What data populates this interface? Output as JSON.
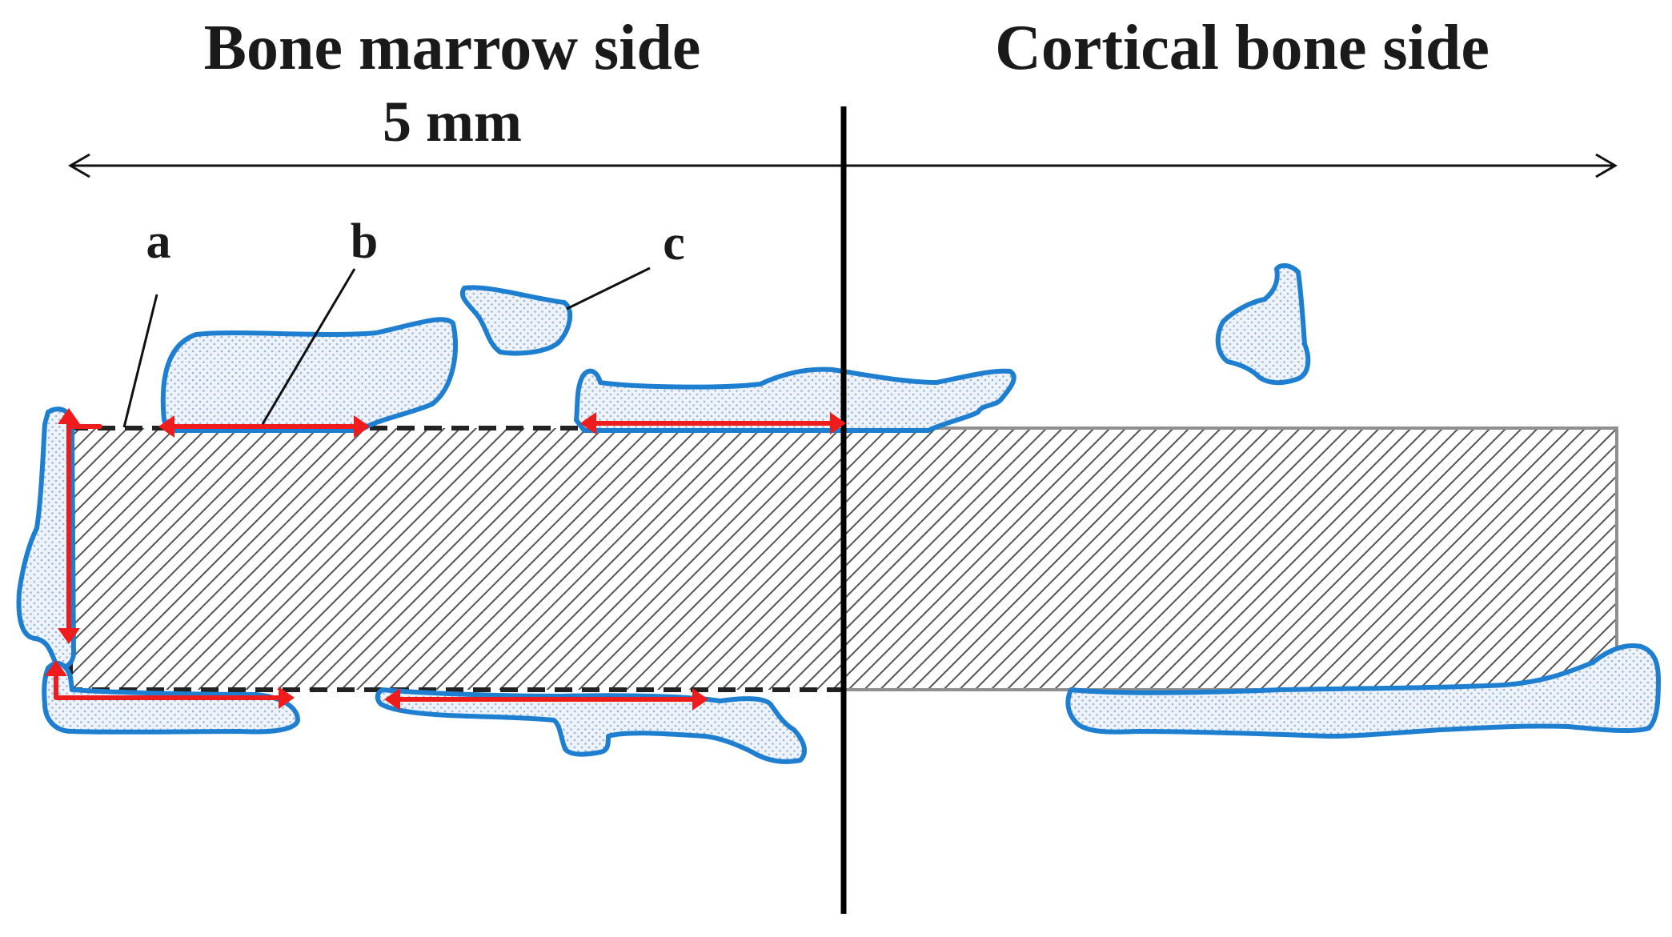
{
  "labels": {
    "left_heading": "Bone marrow side",
    "right_heading": "Cortical bone side",
    "dimension": "5 mm",
    "label_a": "a",
    "label_b": "b",
    "label_c": "c"
  },
  "colors": {
    "tissue_outline": "#1e7fd0",
    "tissue_fill_dots": "#9ab6d6",
    "contact_arrow": "#ee1c1c",
    "implant_hatch": "#555555",
    "divider_line": "#000000"
  }
}
